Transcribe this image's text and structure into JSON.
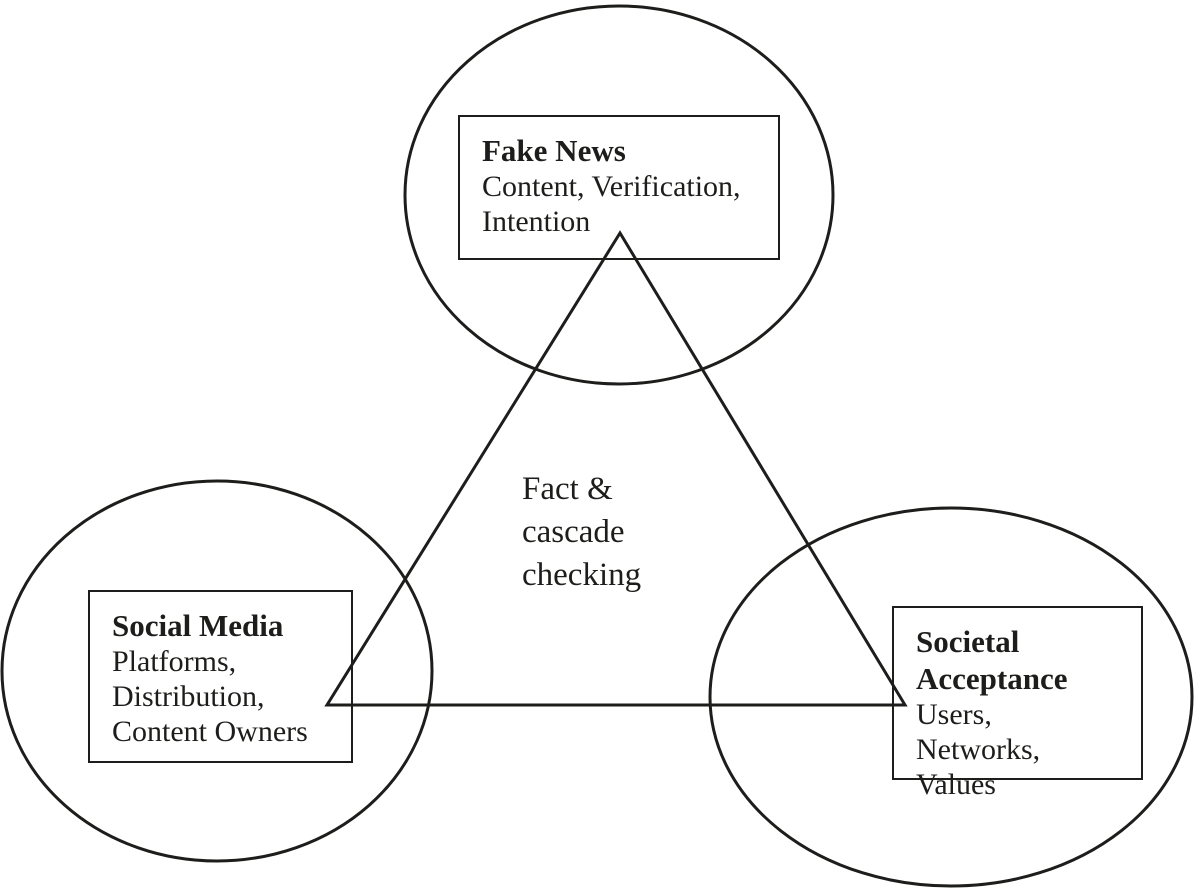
{
  "diagram": {
    "center_label": "Fact &\ncascade\nchecking",
    "nodes": {
      "fake_news": {
        "title": "Fake News",
        "details": "Content, Verification,\nIntention"
      },
      "social_media": {
        "title": "Social Media",
        "details": "Platforms,\nDistribution,\nContent Owners"
      },
      "societal_acceptance": {
        "title": "Societal\nAcceptance",
        "details": "Users, Networks,\nValues"
      }
    },
    "colors": {
      "stroke": "#1d1d1b",
      "text": "#1d1d1b",
      "background": "#ffffff"
    }
  }
}
